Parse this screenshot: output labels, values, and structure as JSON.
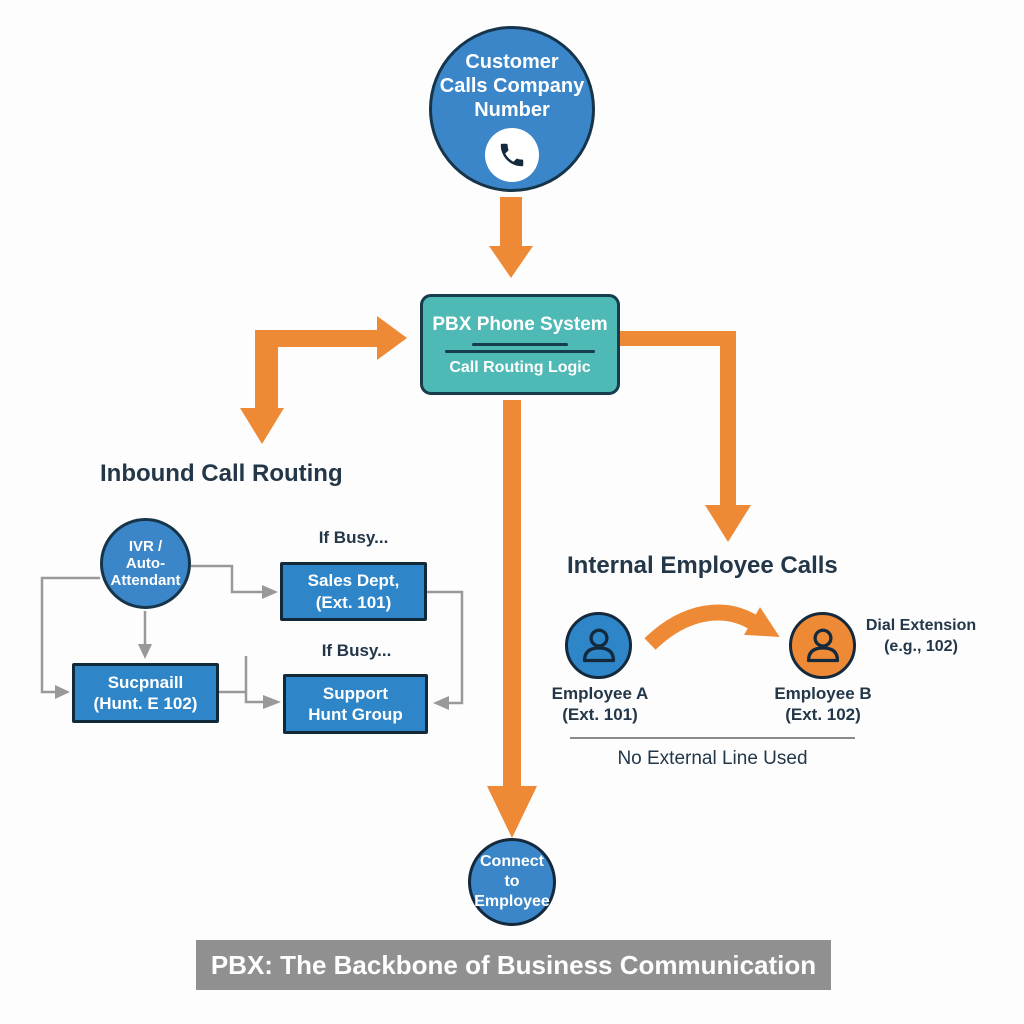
{
  "banner": {
    "text": "PBX: The Backbone of Business Communication"
  },
  "nodes": {
    "customer": {
      "label": "Customer\nCalls Company\nNumber",
      "icon": "phone-icon"
    },
    "pbx": {
      "title": "PBX Phone System",
      "subtitle": "Call Routing Logic"
    },
    "connect": {
      "label": "Connect to\nEmployee"
    }
  },
  "inbound": {
    "heading": "Inbound Call Routing",
    "ivr_label": "IVR /\nAuto-\nAttendant",
    "if_busy_sales": "If Busy...",
    "sales_label": "Sales Dept,\n(Ext. 101)",
    "if_busy_support": "If Busy...",
    "support_label": "Support\nHunt Group",
    "hunt_label": "Sucpnaill\n(Hunt. E 102)"
  },
  "internal": {
    "heading": "Internal Employee Calls",
    "employee_a_label": "Employee A\n(Ext. 101)",
    "employee_b_label": "Employee B\n(Ext. 102)",
    "dial_extension_label": "Dial Extension\n(e.g., 102)",
    "no_external_label": "No External Line Used",
    "employee_icon": "person-icon"
  },
  "colors": {
    "blue_node": "#3a86c8",
    "blue_box": "#2e86c9",
    "teal_box": "#4fb9b5",
    "orange_accent": "#ee8a35",
    "navy_text": "#233749",
    "connector_gray": "#999999",
    "banner_gray": "#909090"
  }
}
